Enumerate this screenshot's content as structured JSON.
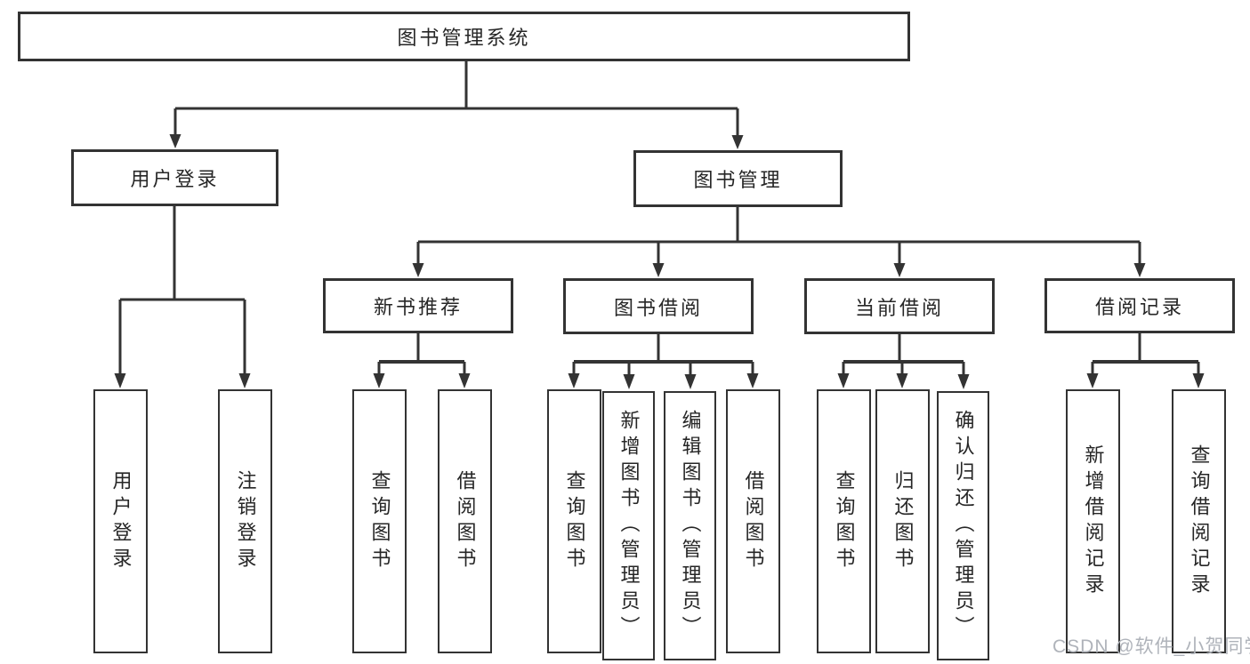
{
  "diagram": {
    "root": {
      "label": "图书管理系统"
    },
    "user_branch": {
      "label": "用户登录",
      "children": [
        {
          "label": "用户登录"
        },
        {
          "label": "注销登录"
        }
      ]
    },
    "book_branch": {
      "label": "图书管理",
      "groups": [
        {
          "label": "新书推荐",
          "children": [
            {
              "label": "查询图书"
            },
            {
              "label": "借阅图书"
            }
          ]
        },
        {
          "label": "图书借阅",
          "children": [
            {
              "label": "查询图书"
            },
            {
              "label": "新增图书（管理员）"
            },
            {
              "label": "编辑图书（管理员）"
            },
            {
              "label": "借阅图书"
            }
          ]
        },
        {
          "label": "当前借阅",
          "children": [
            {
              "label": "查询图书"
            },
            {
              "label": "归还图书"
            },
            {
              "label": "确认归还（管理员）"
            }
          ]
        },
        {
          "label": "借阅记录",
          "children": [
            {
              "label": "新增借阅记录"
            },
            {
              "label": "查询借阅记录"
            }
          ]
        }
      ]
    }
  },
  "watermark": {
    "label": "CSDN @软件_小贺同学"
  },
  "colors": {
    "line": "#333333",
    "border": "#333333",
    "text": "#262626",
    "background": "#ffffff",
    "watermark": "#afb3ba"
  }
}
